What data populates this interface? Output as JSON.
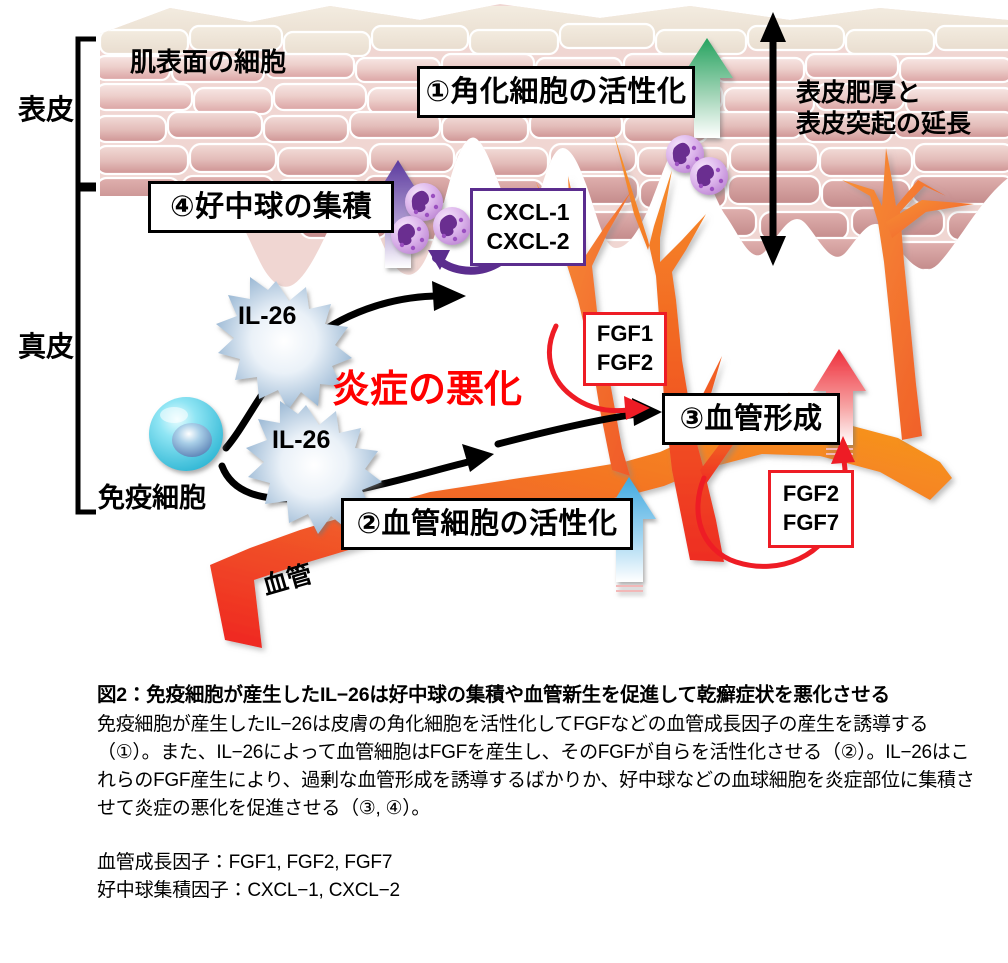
{
  "figure": {
    "layers": {
      "epidermis_label": "表皮",
      "dermis_label": "真皮"
    },
    "annotations": {
      "surface_cells": "肌表面の細胞",
      "step1": "①角化細胞の活性化",
      "step4": "④好中球の集積",
      "step2": "②血管細胞の活性化",
      "step3": "③血管形成",
      "thickening_line1": "表皮肥厚と",
      "thickening_line2": "表皮突起の延長",
      "inflammation": "炎症の悪化",
      "immune_cell": "免疫細胞",
      "vessel": "血管"
    },
    "cytokines": {
      "il26_upper": "IL-26",
      "il26_lower": "IL-26"
    },
    "chemokine_box": {
      "line1": "CXCL-1",
      "line2": "CXCL-2"
    },
    "growth_factor_box_upper": {
      "line1": "FGF1",
      "line2": "FGF2"
    },
    "growth_factor_box_lower": {
      "line1": "FGF2",
      "line2": "FGF7"
    },
    "colors": {
      "epidermis_cell": "#e6b9b9",
      "epidermis_cell_light": "#f6e3e0",
      "vessel_orange": "#f4811f",
      "vessel_red": "#ee2d24",
      "burst_blue": "#9fc0dd",
      "immune_cell_cyan": "#7fe0f0",
      "neutrophil_purple": "#6b2d90",
      "neutrophil_body": "#d9b3e6",
      "chemokine_border": "#5b2d8e",
      "growth_factor_border": "#ee1c25",
      "inflammation_red": "#ff0000",
      "green_arrow": "#35a86b",
      "blue_arrow": "#4fb3e8"
    }
  },
  "caption": {
    "title": "図2：免疫細胞が産生したIL−26は好中球の集積や血管新生を促進して乾癬症状を悪化させる",
    "body": "免疫細胞が産生したIL−26は皮膚の角化細胞を活性化してFGFなどの血管成長因子の産生を誘導する（①）。また、IL−26によって血管細胞はFGFを産生し、そのFGFが自らを活性化させる（②）。IL−26はこれらのFGF産生により、過剰な血管形成を誘導するばかりか、好中球などの血球細胞を炎症部位に集積させて炎症の悪化を促進させる（③, ④）。",
    "list_line1": "血管成長因子：FGF1, FGF2, FGF7",
    "list_line2": "好中球集積因子：CXCL−1, CXCL−2"
  }
}
